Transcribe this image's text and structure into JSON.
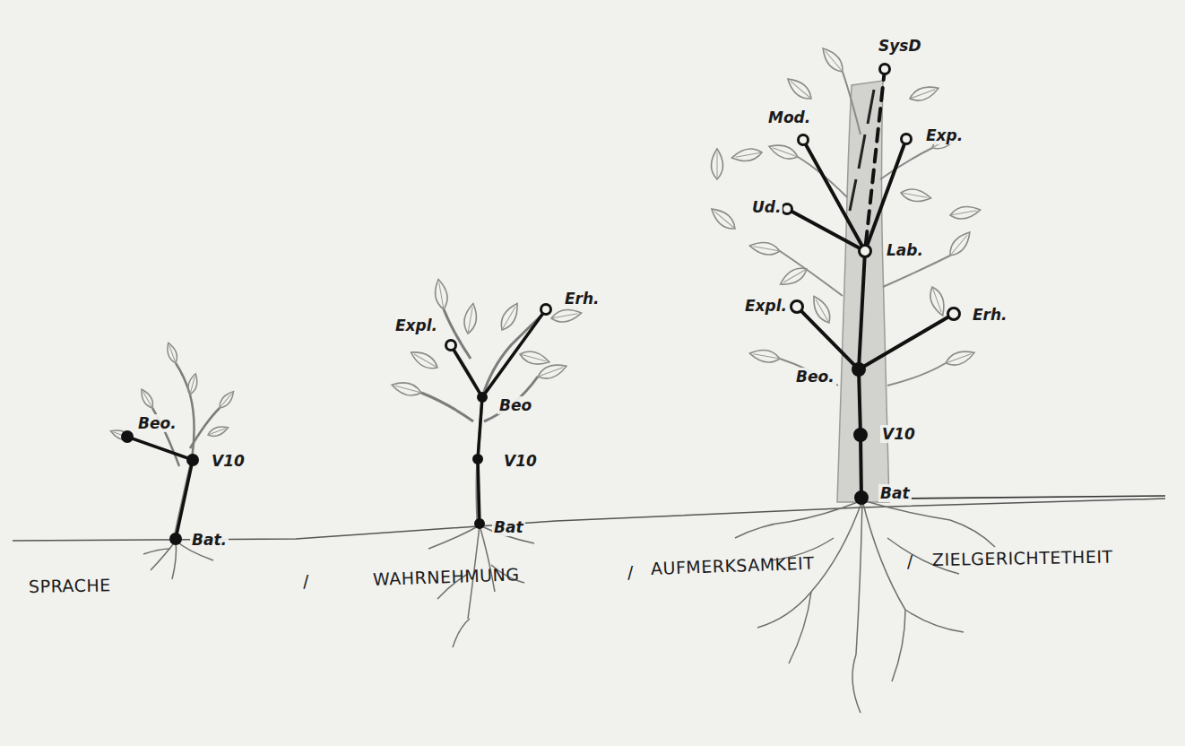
{
  "diagram": {
    "nodes": [
      {
        "text": [
          "Bat."
        ]
      },
      {
        "text": [
          "V10"
        ]
      },
      {
        "text": [
          "Beo."
        ]
      },
      {
        "text": [
          "Bat"
        ]
      },
      {
        "text": [
          "V10"
        ]
      },
      {
        "text": [
          "Beo"
        ]
      },
      {
        "text": [
          "Expl."
        ]
      },
      {
        "text": [
          "Erh."
        ]
      },
      {
        "text": [
          "Bat"
        ]
      },
      {
        "text": [
          "V10"
        ]
      },
      {
        "text": [
          "Beo."
        ]
      },
      {
        "text": [
          "Expl."
        ]
      },
      {
        "text": [
          "Erh."
        ]
      },
      {
        "text": [
          "Lab."
        ]
      },
      {
        "text": [
          "Ud."
        ]
      },
      {
        "text": [
          "Mod."
        ]
      },
      {
        "text": [
          "Exp."
        ]
      },
      {
        "text": [
          "SysD"
        ]
      }
    ],
    "edges": [
      {
        "from": 0,
        "to": 1,
        "arrow": "none"
      },
      {
        "from": 1,
        "to": 2,
        "arrow": "none"
      },
      {
        "from": 3,
        "to": 4,
        "arrow": "none"
      },
      {
        "from": 4,
        "to": 5,
        "arrow": "none"
      },
      {
        "from": 5,
        "to": 6,
        "arrow": "none"
      },
      {
        "from": 5,
        "to": 7,
        "arrow": "none"
      },
      {
        "from": 8,
        "to": 9,
        "arrow": "none"
      },
      {
        "from": 9,
        "to": 10,
        "arrow": "none"
      },
      {
        "from": 10,
        "to": 11,
        "arrow": "none"
      },
      {
        "from": 10,
        "to": 12,
        "arrow": "none"
      },
      {
        "from": 10,
        "to": 13,
        "arrow": "none"
      },
      {
        "from": 13,
        "to": 14,
        "arrow": "none"
      },
      {
        "from": 13,
        "to": 15,
        "arrow": "none"
      },
      {
        "from": 13,
        "to": 16,
        "arrow": "none"
      },
      {
        "from": 13,
        "to": 17,
        "arrow": "none"
      }
    ],
    "labels": [
      "SPRACHE",
      "/",
      "WAHRNEHMUNG",
      "/",
      "AUFMERKSAMKEIT",
      "/",
      "ZIELGERICHTETHEIT"
    ]
  }
}
